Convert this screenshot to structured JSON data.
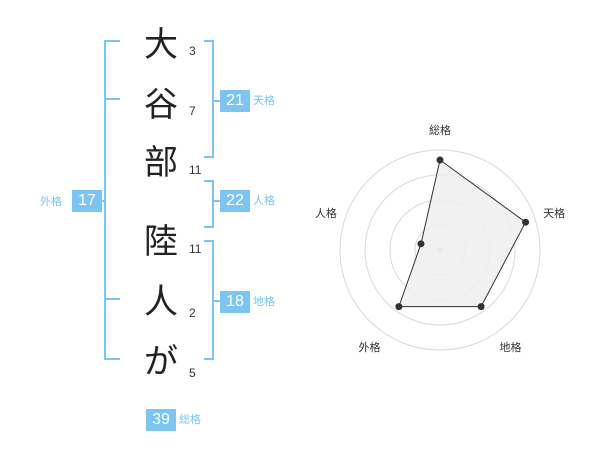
{
  "name": {
    "chars": [
      "大",
      "谷",
      "部",
      "陸",
      "人",
      "が"
    ],
    "strokes": [
      "3",
      "7",
      "11",
      "11",
      "2",
      "5"
    ]
  },
  "results": {
    "tenkaku": {
      "label": "天格",
      "value": "21"
    },
    "jinkaku": {
      "label": "人格",
      "value": "22"
    },
    "chikaku": {
      "label": "地格",
      "value": "18"
    },
    "gaikaku": {
      "label": "外格",
      "value": "17"
    },
    "soukaku": {
      "label": "総格",
      "value": "39"
    }
  },
  "chart_data": {
    "type": "radar",
    "axes": [
      "総格",
      "天格",
      "地格",
      "外格",
      "人格"
    ],
    "values": [
      4.5,
      4.5,
      3.5,
      3.5,
      1
    ],
    "max": 5,
    "rings": 4
  },
  "colors": {
    "accent": "#7cc4f2",
    "fill": "#efefef",
    "stroke": "#333333"
  }
}
